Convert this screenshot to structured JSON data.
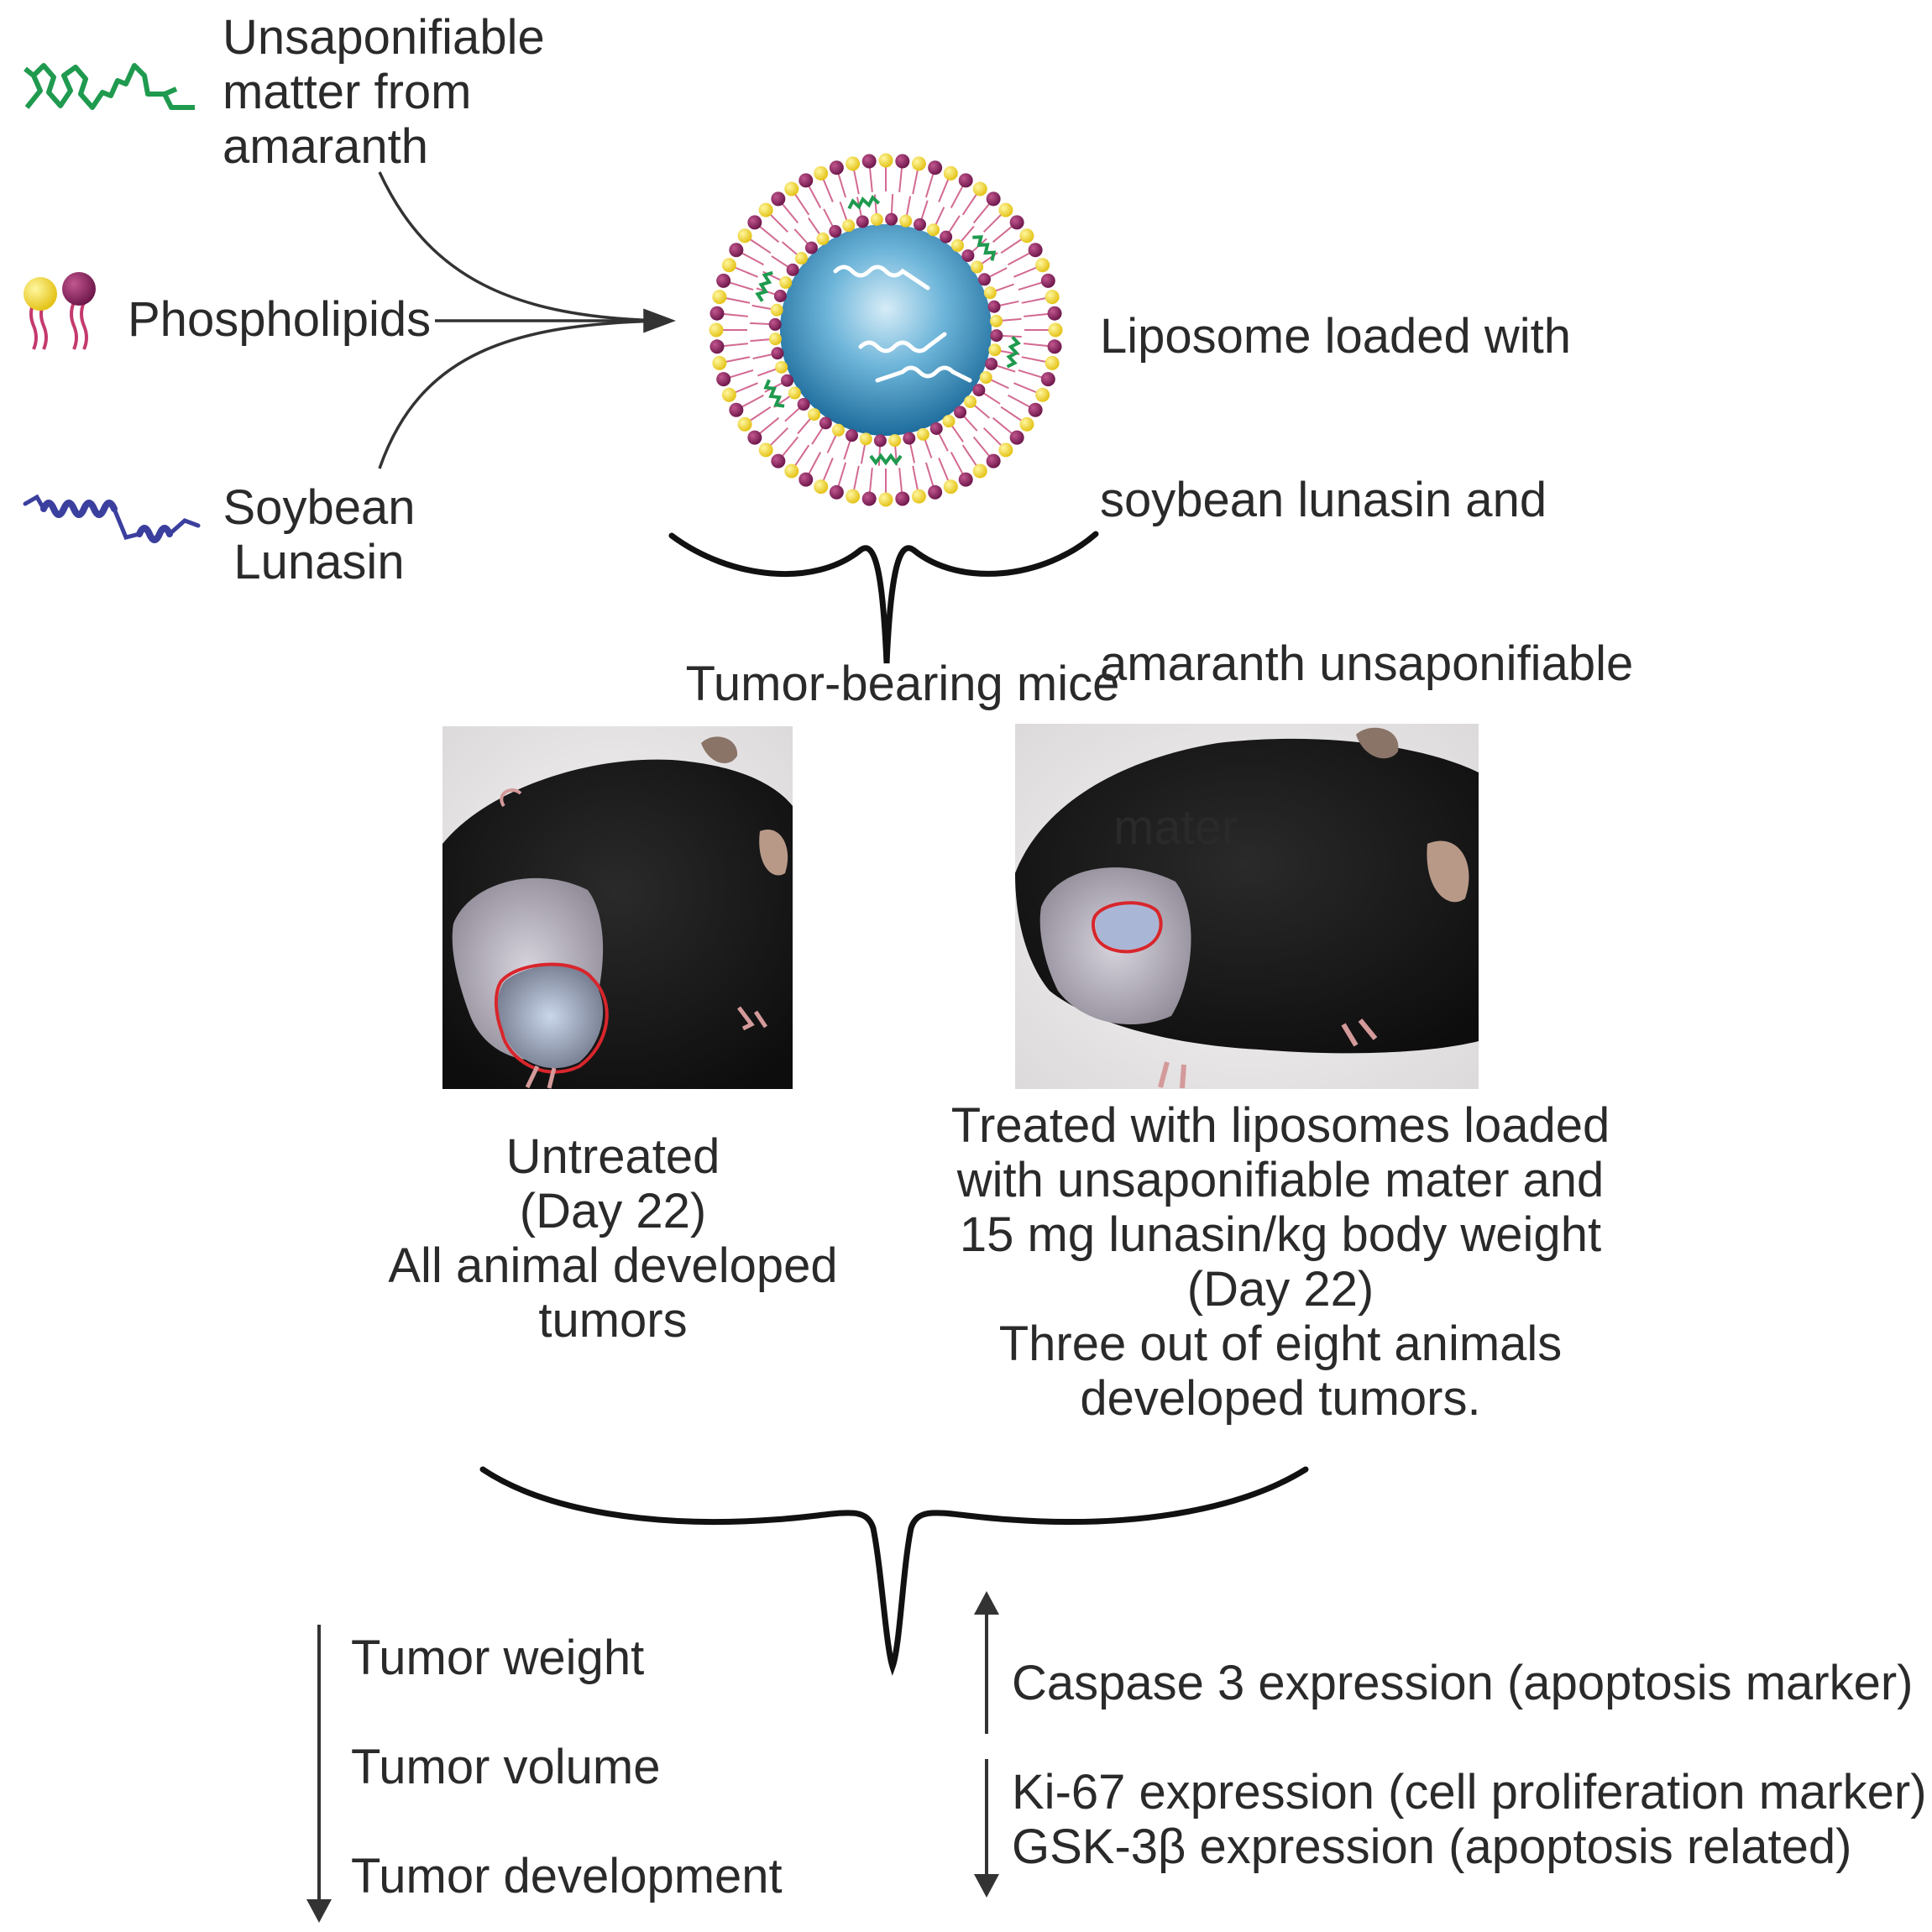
{
  "ingredients": {
    "unsaponifiable": {
      "lines": [
        "Unsaponifiable",
        "matter from",
        "amaranth"
      ],
      "icon": "amaranth-molecule-icon",
      "color": "#1f9a4f"
    },
    "phospholipids": {
      "label": "Phospholipids",
      "icon": "phospholipid-icon",
      "head_colors": [
        "#f2d51f",
        "#7a1c55"
      ],
      "tail_color": "#c43a6e"
    },
    "lunasin": {
      "lines": [
        "Soybean",
        "Lunasin"
      ],
      "icon": "lunasin-peptide-icon",
      "color": "#3b3f9e"
    }
  },
  "liposome": {
    "lines": [
      "Liposome loaded with",
      "soybean lunasin and",
      "amaranth unsaponifiable",
      " mater"
    ],
    "core_color": "#2d8fc0",
    "head_colors": [
      "#f2d51f",
      "#7a1c55"
    ]
  },
  "mice_label": "Tumor-bearing mice",
  "groups": {
    "untreated": {
      "lines": [
        "Untreated",
        "(Day 22)",
        "All animal developed",
        "tumors"
      ],
      "photo": "untreated-mouse-photo"
    },
    "treated": {
      "lines": [
        "Treated with liposomes loaded",
        "with unsaponifiable mater and",
        "15 mg lunasin/kg body weight",
        "(Day 22)",
        "Three out of eight animals",
        "developed tumors."
      ],
      "photo": "treated-mouse-photo"
    }
  },
  "outcomes": {
    "decreased_left": [
      "Tumor weight",
      "Tumor volume",
      "Tumor development"
    ],
    "increased": "Caspase 3 expression (apoptosis marker)",
    "decreased_right": [
      "Ki-67 expression (cell proliferation marker)",
      "GSK-3β expression (apoptosis related)"
    ]
  },
  "colors": {
    "tumor_outline": "#d8262c",
    "arrow": "#333333"
  }
}
